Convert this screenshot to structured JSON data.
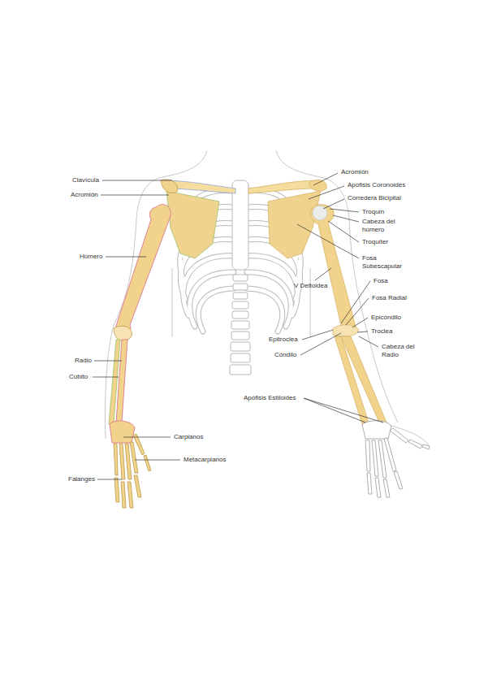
{
  "diagram": {
    "labels": [
      "Acromión",
      "Clavícula",
      "Apófisis Coronoides",
      "Acromión",
      "Corredera Bicipital",
      "Troquín",
      "Cabeza del húmero",
      "Troquíter",
      "Húmero",
      "Fosa Subescapular",
      "Fosa",
      "V Deltoidea",
      "Fosa Radial",
      "Epicóndilo",
      "Troclea",
      "Epitroclea",
      "Cabeza del Radio",
      "Cóndilo",
      "Radio",
      "Cúbito",
      "Apófisis Estiloides",
      "Carpianos",
      "Metacarpianos",
      "Falanges"
    ]
  }
}
